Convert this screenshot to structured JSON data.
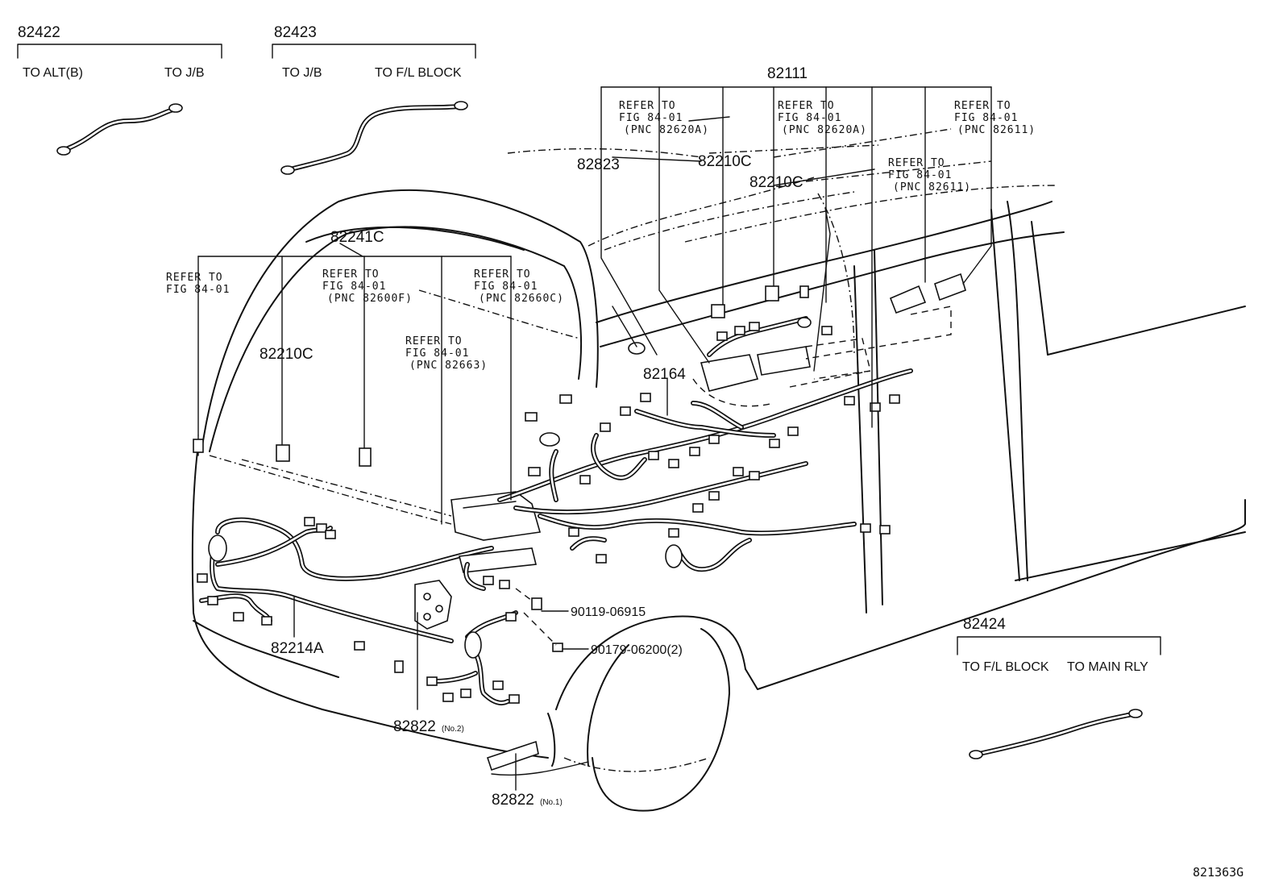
{
  "cables": [
    {
      "part_no": "82422",
      "end_a": "TO ALT(B)",
      "end_b": "TO J/B"
    },
    {
      "part_no": "82423",
      "end_a": "TO J/B",
      "end_b": "TO F/L BLOCK"
    },
    {
      "part_no": "82424",
      "end_a": "TO F/L BLOCK",
      "end_b": "TO MAIN RLY"
    }
  ],
  "labels": {
    "p82111": "82111",
    "p82823": "82823",
    "p82210c_a": "82210C",
    "p82210c_b": "82210C",
    "p82210c_c": "82210C",
    "p82241c": "82241C",
    "p82164": "82164",
    "p82214a": "82214A",
    "p82822_no2": "82822",
    "p82822_no2_sub": "(No.2)",
    "p82822_no1": "82822",
    "p82822_no1_sub": "(No.1)",
    "bolt": "90119-06915",
    "nut": "90179-06200(2)",
    "figure_code": "821363G"
  },
  "refs": {
    "r1": [
      "REFER TO",
      "FIG 84-01",
      "(PNC 82620A)"
    ],
    "r2": [
      "REFER TO",
      "FIG 84-01",
      "(PNC 82620A)"
    ],
    "r3": [
      "REFER TO",
      "FIG 84-01",
      "(PNC 82611)"
    ],
    "r4": [
      "REFER TO",
      "FIG 84-01",
      "(PNC 82611)"
    ],
    "r5": [
      "REFER TO",
      "FIG 84-01"
    ],
    "r6": [
      "REFER TO",
      "FIG 84-01",
      "(PNC 82600F)"
    ],
    "r7": [
      "REFER TO",
      "FIG 84-01",
      "(PNC 82660C)"
    ],
    "r8": [
      "REFER TO",
      "FIG 84-01",
      "(PNC 82663)"
    ]
  }
}
